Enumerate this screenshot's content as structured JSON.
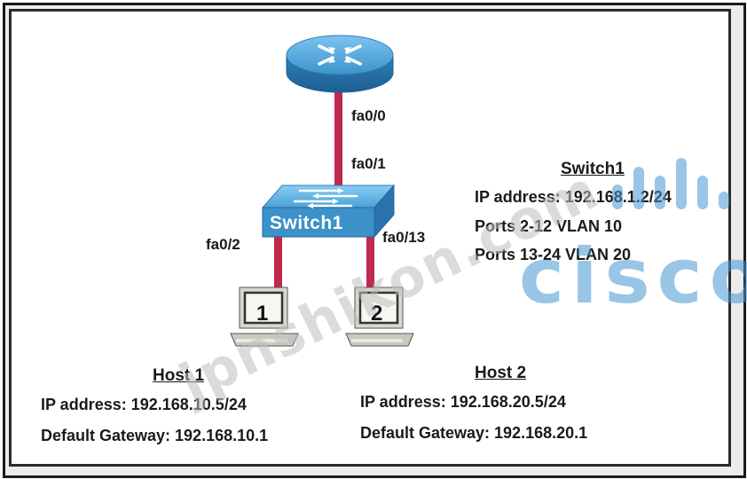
{
  "router": {
    "port": "fa0/0"
  },
  "switch": {
    "label": "Switch1",
    "uplink_port": "fa0/1",
    "port_host1": "fa0/2",
    "port_host2": "fa0/13",
    "info_title": "Switch1",
    "ip": "IP address: 192.168.1.2/24",
    "vlan10": "Ports 2-12 VLAN 10",
    "vlan20": "Ports 13-24 VLAN 20"
  },
  "host1": {
    "number": "1",
    "title": "Host 1",
    "ip": "IP address: 192.168.10.5/24",
    "gateway": "Default Gateway: 192.168.10.1"
  },
  "host2": {
    "number": "2",
    "title": "Host 2",
    "ip": "IP address: 192.168.20.5/24",
    "gateway": "Default Gateway: 192.168.20.1"
  },
  "watermarks": {
    "site": "jpnshikon.com",
    "brand": "cisco"
  },
  "colors": {
    "link": "#c0294b",
    "device_blue": "#3c91c9",
    "watermark_blue": "#4696d2"
  }
}
